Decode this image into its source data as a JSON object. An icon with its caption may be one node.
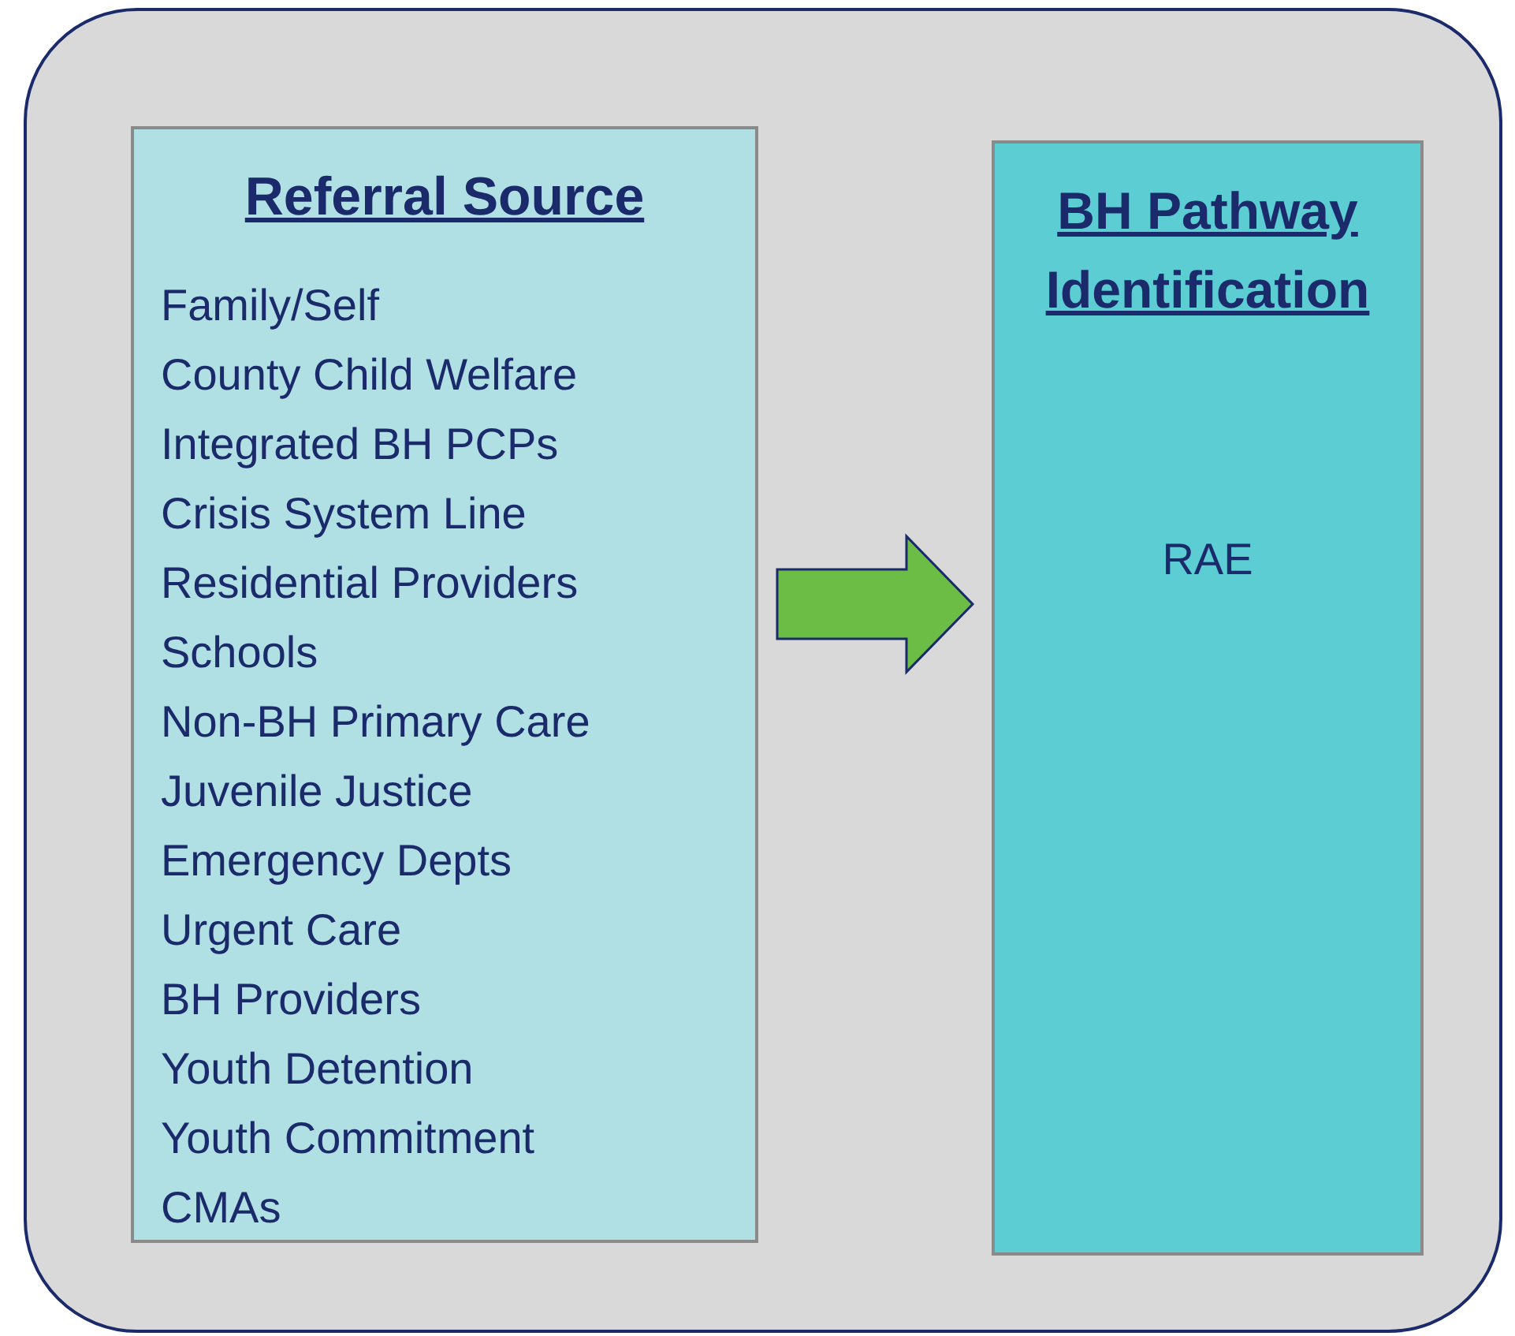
{
  "diagram": {
    "nodes": [
      {
        "text": [],
        "shape": "box"
      },
      {
        "text": [
          "Referral Source",
          "Family/Self",
          "County Child Welfare",
          "Integrated BH PCPs",
          "Crisis System Line",
          "Residential Providers",
          "Schools",
          "Non-BH Primary Care",
          "Juvenile Justice",
          "Emergency Depts",
          "Urgent Care",
          "BH Providers",
          "Youth Detention",
          "Youth Commitment",
          "CMAs"
        ],
        "in": 0
      },
      {
        "text": [
          "BH Pathway Identification",
          "RAE"
        ],
        "in": 0
      }
    ],
    "edges": [
      {
        "from": 1,
        "to": 2,
        "arrow": "to",
        "style": "thick",
        "color": "#6cbd45"
      }
    ]
  }
}
